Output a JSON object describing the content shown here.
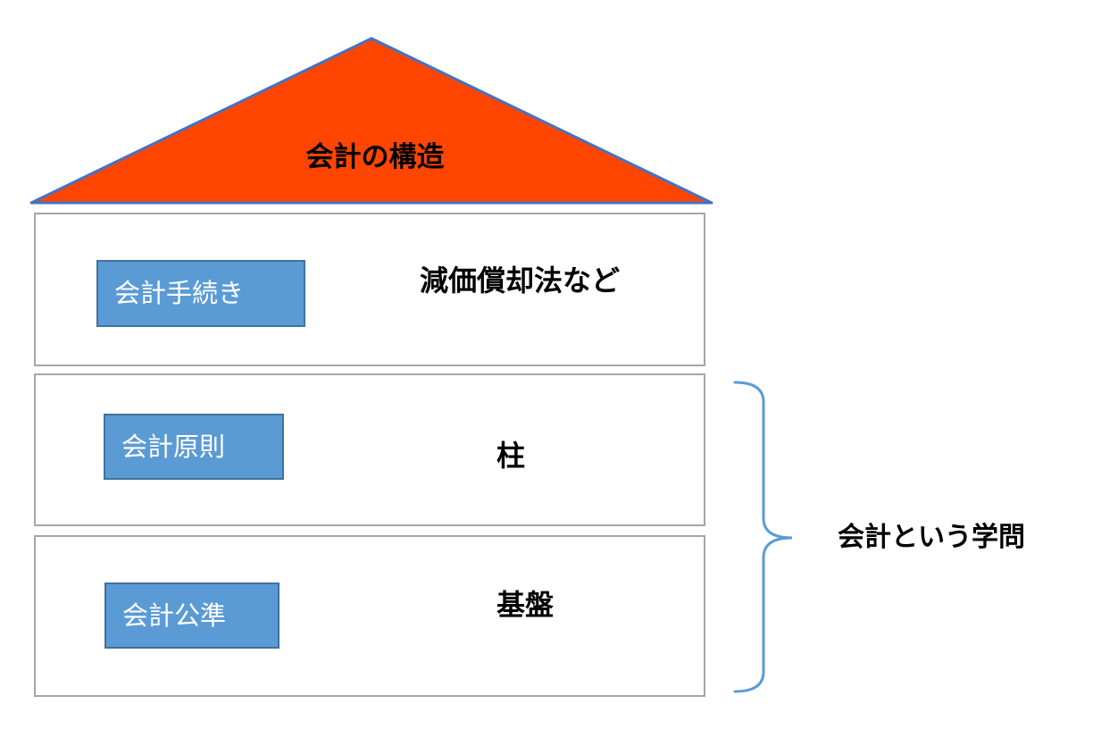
{
  "roof": {
    "title": "会計の構造",
    "fill_color": "#ff4500",
    "stroke_color": "#4472c4"
  },
  "layers": [
    {
      "label": "会計手続き",
      "description": "減価償却法など"
    },
    {
      "label": "会計原則",
      "description": "柱"
    },
    {
      "label": "会計公準",
      "description": "基盤"
    }
  ],
  "brace": {
    "label": "会計という学問",
    "color": "#5b9bd5"
  },
  "colors": {
    "label_box_fill": "#5b9bd5",
    "label_box_border": "#41719c",
    "layer_border": "#a6a6a6"
  }
}
